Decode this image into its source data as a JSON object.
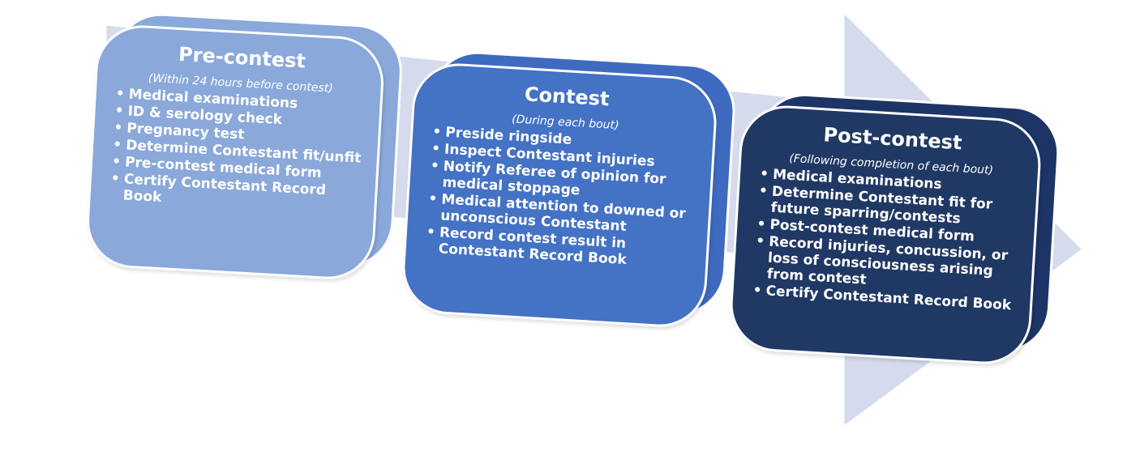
{
  "colors": {
    "arrow_fill": "#d5daec",
    "stage1": "#8aa8da",
    "stage2": "#4472c4",
    "stage3": "#203864",
    "text": "#ffffff"
  },
  "stages": [
    {
      "title": "Pre-contest",
      "subtitle": "(Within 24 hours before contest)",
      "items": [
        "Medical examinations",
        "ID & serology check",
        "Pregnancy test",
        "Determine Contestant fit/unfit",
        "Pre-contest medical form",
        "Certify Contestant Record Book"
      ]
    },
    {
      "title": "Contest",
      "subtitle": "(During each bout)",
      "items": [
        "Preside ringside",
        "Inspect Contestant injuries",
        "Notify Referee of opinion for medical stoppage",
        "Medical attention to downed or unconscious Contestant",
        "Record contest result in Contestant Record Book"
      ]
    },
    {
      "title": "Post-contest",
      "subtitle": "(Following completion of each bout)",
      "items": [
        "Medical examinations",
        "Determine Contestant fit for future sparring/contests",
        "Post-contest medical form",
        "Record injuries, concussion, or loss of consciousness arising from contest",
        "Certify Contestant Record Book"
      ]
    }
  ]
}
